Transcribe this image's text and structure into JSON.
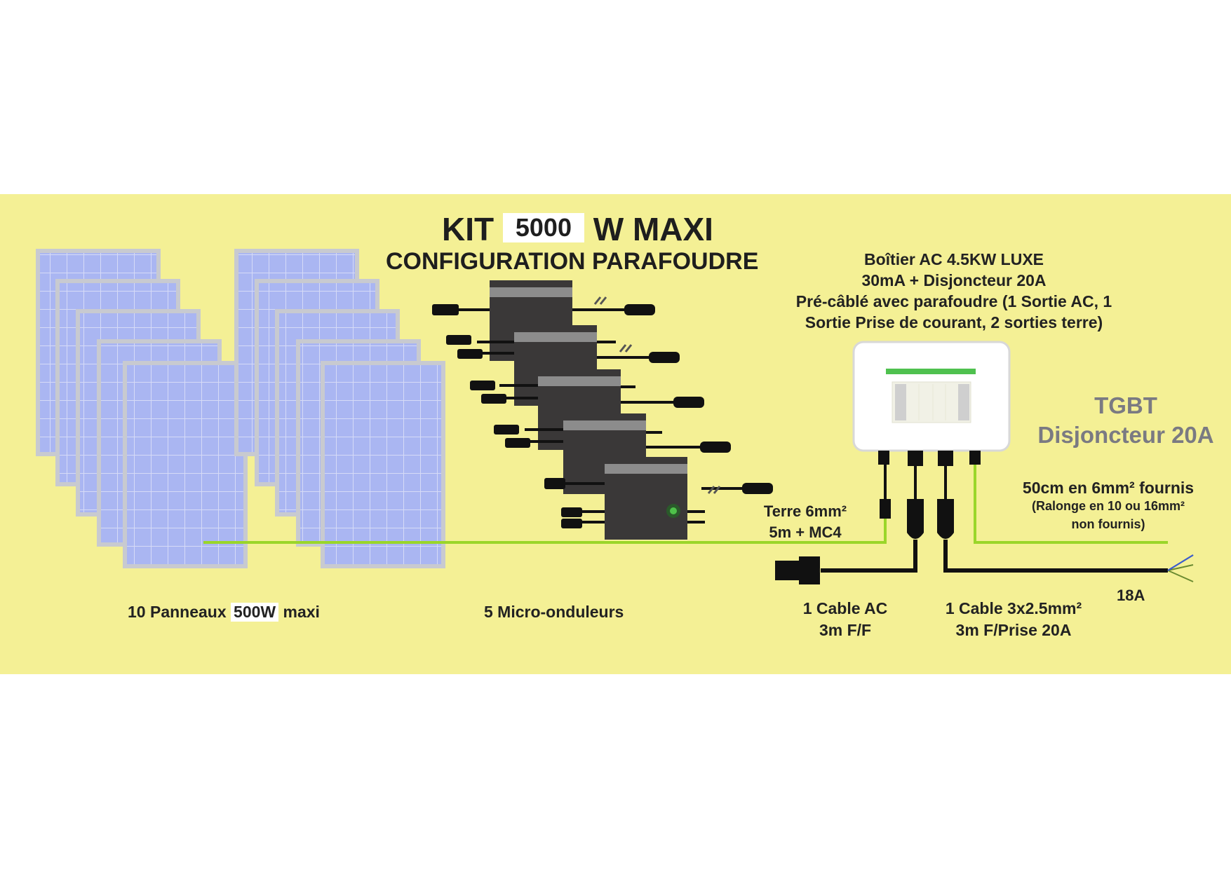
{
  "title": {
    "prefix": "KIT",
    "power": "5000",
    "suffix": "W  MAXI",
    "subtitle": "CONFIGURATION PARAFOUDRE"
  },
  "ac_box": {
    "line1": "Boîtier AC 4.5KW LUXE",
    "line2": "30mA + Disjoncteur 20A",
    "line3": "Pré-câblé avec parafoudre (1 Sortie AC, 1",
    "line4": "Sortie Prise de courant, 2 sorties terre)"
  },
  "tgbt": {
    "line1": "TGBT",
    "line2": "Disjoncteur 20A"
  },
  "ground_cable": {
    "line1": "Terre 6mm²",
    "line2": "5m + MC4"
  },
  "provided_cable": {
    "line1": "50cm en 6mm² fournis",
    "line2": "(Ralonge en 10 ou 16mm²",
    "line3": "non fournis)"
  },
  "panels": {
    "count_prefix": "10 Panneaux",
    "power": "500W",
    "suffix": "maxi"
  },
  "micro_inverters": {
    "label": "5 Micro-onduleurs"
  },
  "ac_cable": {
    "line1": "1 Cable AC",
    "line2": "3m F/F"
  },
  "outlet_cable": {
    "line1": "1 Cable 3x2.5mm²",
    "line2": "3m F/Prise 20A"
  },
  "current": "18A",
  "colors": {
    "banner": "#f4f095",
    "panel_fill": "#aab6f2",
    "panel_frame": "#c8cad0",
    "inverter": "#3a3838",
    "ground_wire": "#9ad62a",
    "led_green": "#4ec24a",
    "tgbt_text": "#7a7a82"
  }
}
